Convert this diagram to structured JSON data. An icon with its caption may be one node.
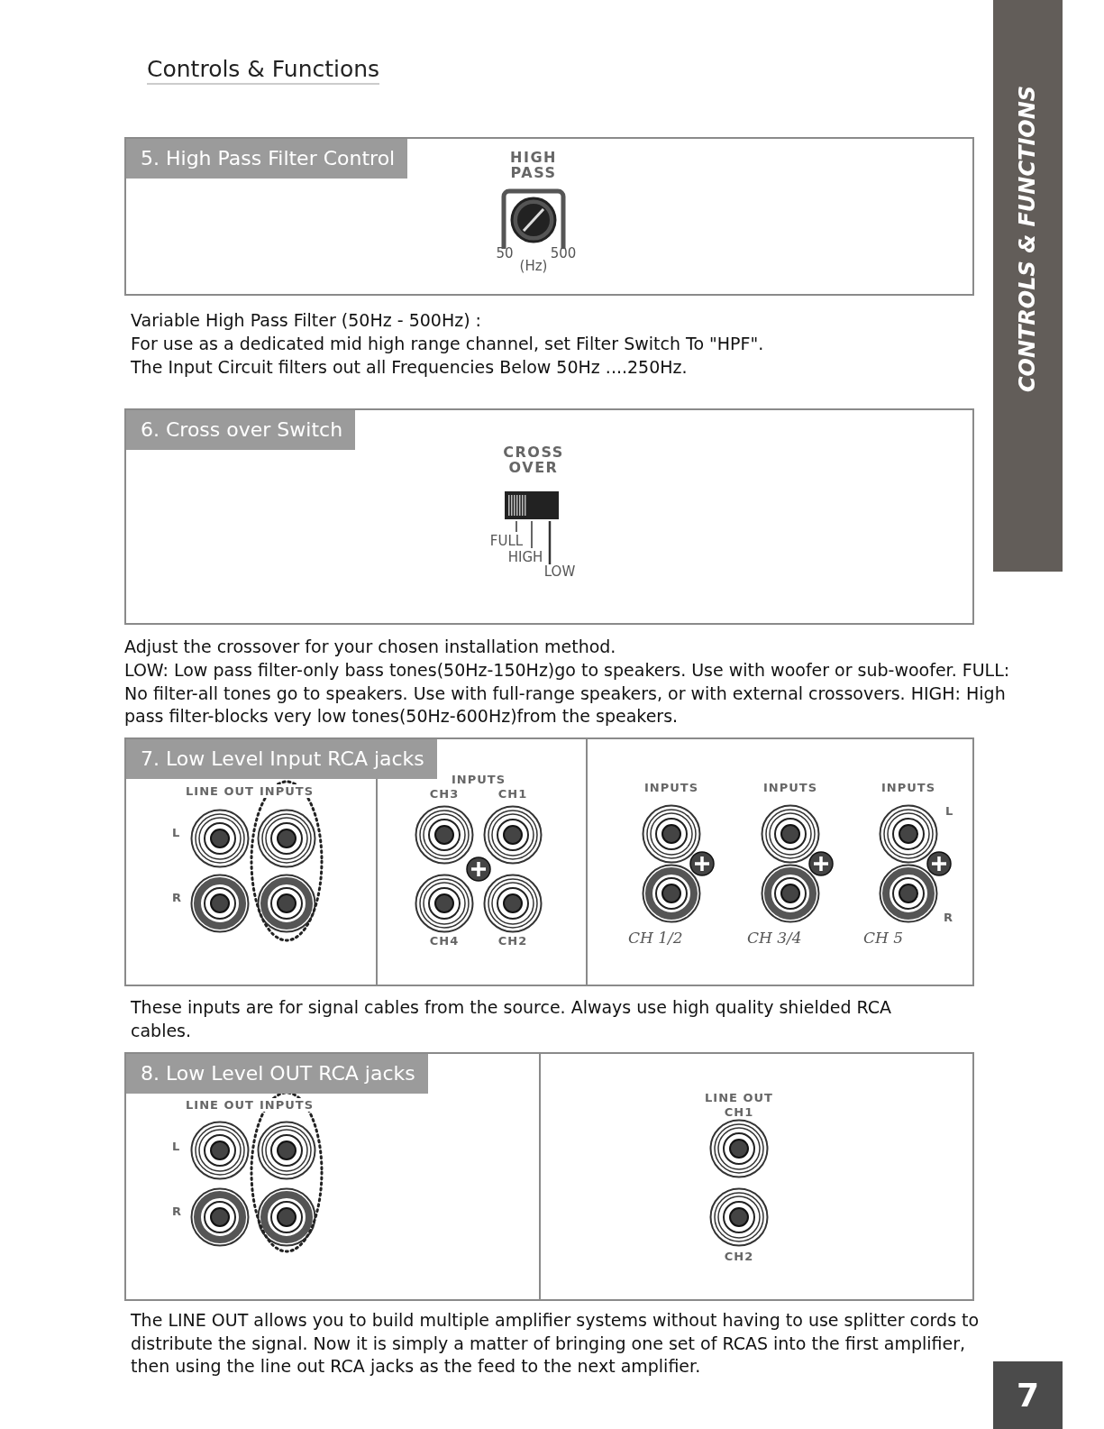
{
  "diagram": {
    "title": "Controls & Functions",
    "nodes": [
      {
        "text": [
          "5. High Pass Filter Control"
        ]
      },
      {
        "text": [
          "6. Cross over Switch"
        ]
      },
      {
        "text": [
          "7. Low Level Input RCA jacks"
        ]
      },
      {
        "text": [
          "8. Low Level OUT RCA jacks"
        ]
      }
    ],
    "labels": [
      "HIGH PASS",
      "50",
      "500",
      "(Hz)",
      "Variable High Pass Filter (50Hz - 500Hz) :",
      "For use as a dedicated mid high range channel, set Filter Switch To \"HPF\".",
      "The Input Circuit filters out all Frequencies Below 50Hz ....250Hz.",
      "CROSS OVER",
      "FULL",
      "HIGH",
      "LOW",
      "Adjust the crossover for your chosen installation method.",
      "LOW: Low pass filter-only bass tones(50Hz-150Hz)go to speakers. Use with woofer or sub-woofer. FULL: No filter-all tones go to speakers. Use with full-range speakers, or with external crossovers. HIGH: High pass filter-blocks very low tones(50Hz-600Hz)from the speakers.",
      "LINE OUT",
      "INPUTS",
      "L",
      "R",
      "INPUTS",
      "CH3",
      "CH1",
      "CH4",
      "CH2",
      "INPUTS",
      "INPUTS",
      "INPUTS",
      "L",
      "R",
      "CH 1/2",
      "CH 3/4",
      "CH 5",
      "These inputs are for signal cables from the source. Always use high quality shielded RCA cables.",
      "LINE OUT",
      "INPUTS",
      "L",
      "R",
      "LINE OUT",
      "CH1",
      "CH2",
      "The LINE OUT allows you to build multiple amplifier systems without having to use splitter cords to distribute the signal. Now it is simply a matter of bringing one set of RCAS into the first amplifier, then using the line out RCA jacks as the feed to the next amplifier.",
      "CONTROLS & FUNCTIONS",
      "7"
    ]
  }
}
